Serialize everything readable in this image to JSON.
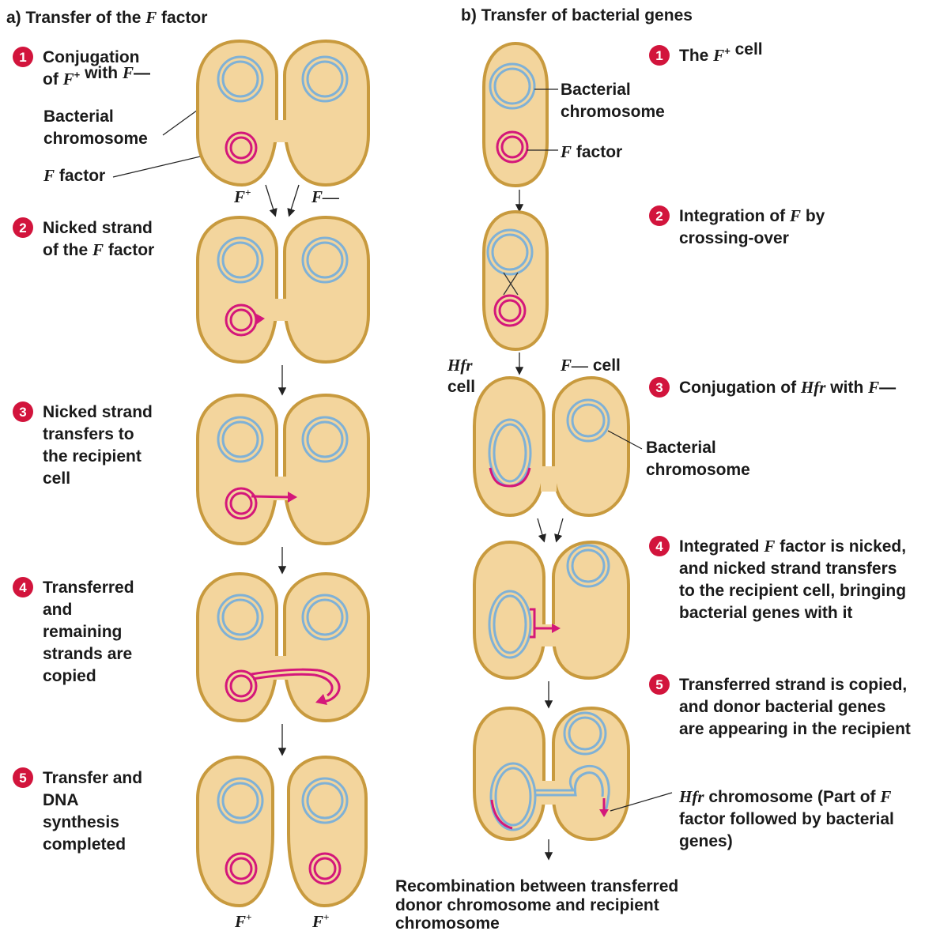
{
  "panel_a": {
    "title_prefix": "a) Transfer of the ",
    "title_italic": "F",
    "title_suffix": " factor",
    "steps": [
      {
        "num": "1",
        "lines": [
          [
            {
              "t": "Conjugation"
            }
          ],
          [
            {
              "t": "of "
            },
            {
              "t": "F",
              "i": true
            },
            {
              "t": "+",
              "sup": true
            },
            {
              "t": " with "
            },
            {
              "t": "F",
              "i": true
            },
            {
              "t": "—"
            }
          ]
        ]
      },
      {
        "num": "2",
        "lines": [
          [
            {
              "t": "Nicked strand"
            }
          ],
          [
            {
              "t": "of the "
            },
            {
              "t": "F",
              "i": true
            },
            {
              "t": " factor"
            }
          ]
        ]
      },
      {
        "num": "3",
        "lines": [
          [
            {
              "t": "Nicked strand"
            }
          ],
          [
            {
              "t": "transfers to"
            }
          ],
          [
            {
              "t": "the recipient"
            }
          ],
          [
            {
              "t": "cell"
            }
          ]
        ]
      },
      {
        "num": "4",
        "lines": [
          [
            {
              "t": "Transferred"
            }
          ],
          [
            {
              "t": "and"
            }
          ],
          [
            {
              "t": "remaining"
            }
          ],
          [
            {
              "t": "strands are"
            }
          ],
          [
            {
              "t": "copied"
            }
          ]
        ]
      },
      {
        "num": "5",
        "lines": [
          [
            {
              "t": "Transfer and"
            }
          ],
          [
            {
              "t": "DNA"
            }
          ],
          [
            {
              "t": "synthesis"
            }
          ],
          [
            {
              "t": "completed"
            }
          ]
        ]
      }
    ],
    "label_bacterial_chromosome": [
      "Bacterial",
      "chromosome"
    ],
    "label_f_factor_italic": "F",
    "label_f_factor_suffix": " factor",
    "label_fplus_top": "F",
    "label_fplus_sup": "+",
    "label_fminus_top": "F—",
    "label_fplus_bottom_left": "F",
    "label_fplus_bottom_right": "F"
  },
  "panel_b": {
    "title": "b) Transfer of bacterial genes",
    "steps": [
      {
        "num": "1",
        "lines": [
          [
            {
              "t": "The "
            },
            {
              "t": "F",
              "i": true
            },
            {
              "t": "+",
              "sup": true
            },
            {
              "t": " cell"
            }
          ]
        ]
      },
      {
        "num": "2",
        "lines": [
          [
            {
              "t": "Integration of "
            },
            {
              "t": "F",
              "i": true
            },
            {
              "t": " by"
            }
          ],
          [
            {
              "t": "crossing-over"
            }
          ]
        ]
      },
      {
        "num": "3",
        "lines": [
          [
            {
              "t": "Conjugation of "
            },
            {
              "t": "Hfr",
              "i": true
            },
            {
              "t": " with "
            },
            {
              "t": "F",
              "i": true
            },
            {
              "t": "—"
            }
          ]
        ]
      },
      {
        "num": "4",
        "lines": [
          [
            {
              "t": "Integrated "
            },
            {
              "t": "F",
              "i": true
            },
            {
              "t": " factor is nicked,"
            }
          ],
          [
            {
              "t": "and nicked strand transfers"
            }
          ],
          [
            {
              "t": "to the recipient cell, bringing"
            }
          ],
          [
            {
              "t": "bacterial genes with it"
            }
          ]
        ]
      },
      {
        "num": "5",
        "lines": [
          [
            {
              "t": "Transferred strand is copied,"
            }
          ],
          [
            {
              "t": "and donor bacterial genes"
            }
          ],
          [
            {
              "t": "are appearing in the recipient"
            }
          ]
        ]
      }
    ],
    "label_bacterial_chromosome_1": [
      "Bacterial",
      "chromosome"
    ],
    "label_f_factor_italic": "F",
    "label_f_factor_suffix": " factor",
    "label_hfr_cell": [
      "Hfr",
      "cell"
    ],
    "label_fminus_cell_italic": "F—",
    "label_fminus_cell_suffix": " cell",
    "label_bacterial_chromosome_2": [
      "Bacterial",
      "chromosome"
    ],
    "hfr_note": [
      [
        {
          "t": "Hfr",
          "i": true
        },
        {
          "t": " chromosome (Part of "
        },
        {
          "t": "F",
          "i": true
        }
      ],
      [
        {
          "t": "factor followed by bacterial"
        }
      ],
      [
        {
          "t": "genes)"
        }
      ]
    ],
    "final_text": [
      "Recombination between transferred",
      "donor chromosome and recipient",
      "chromosome"
    ]
  },
  "colors": {
    "cell_fill": "#f3d59d",
    "cell_outline": "#c89a3e",
    "chromosome": "#7fb1d6",
    "f_factor": "#d4177a",
    "badge": "#d2143c"
  }
}
